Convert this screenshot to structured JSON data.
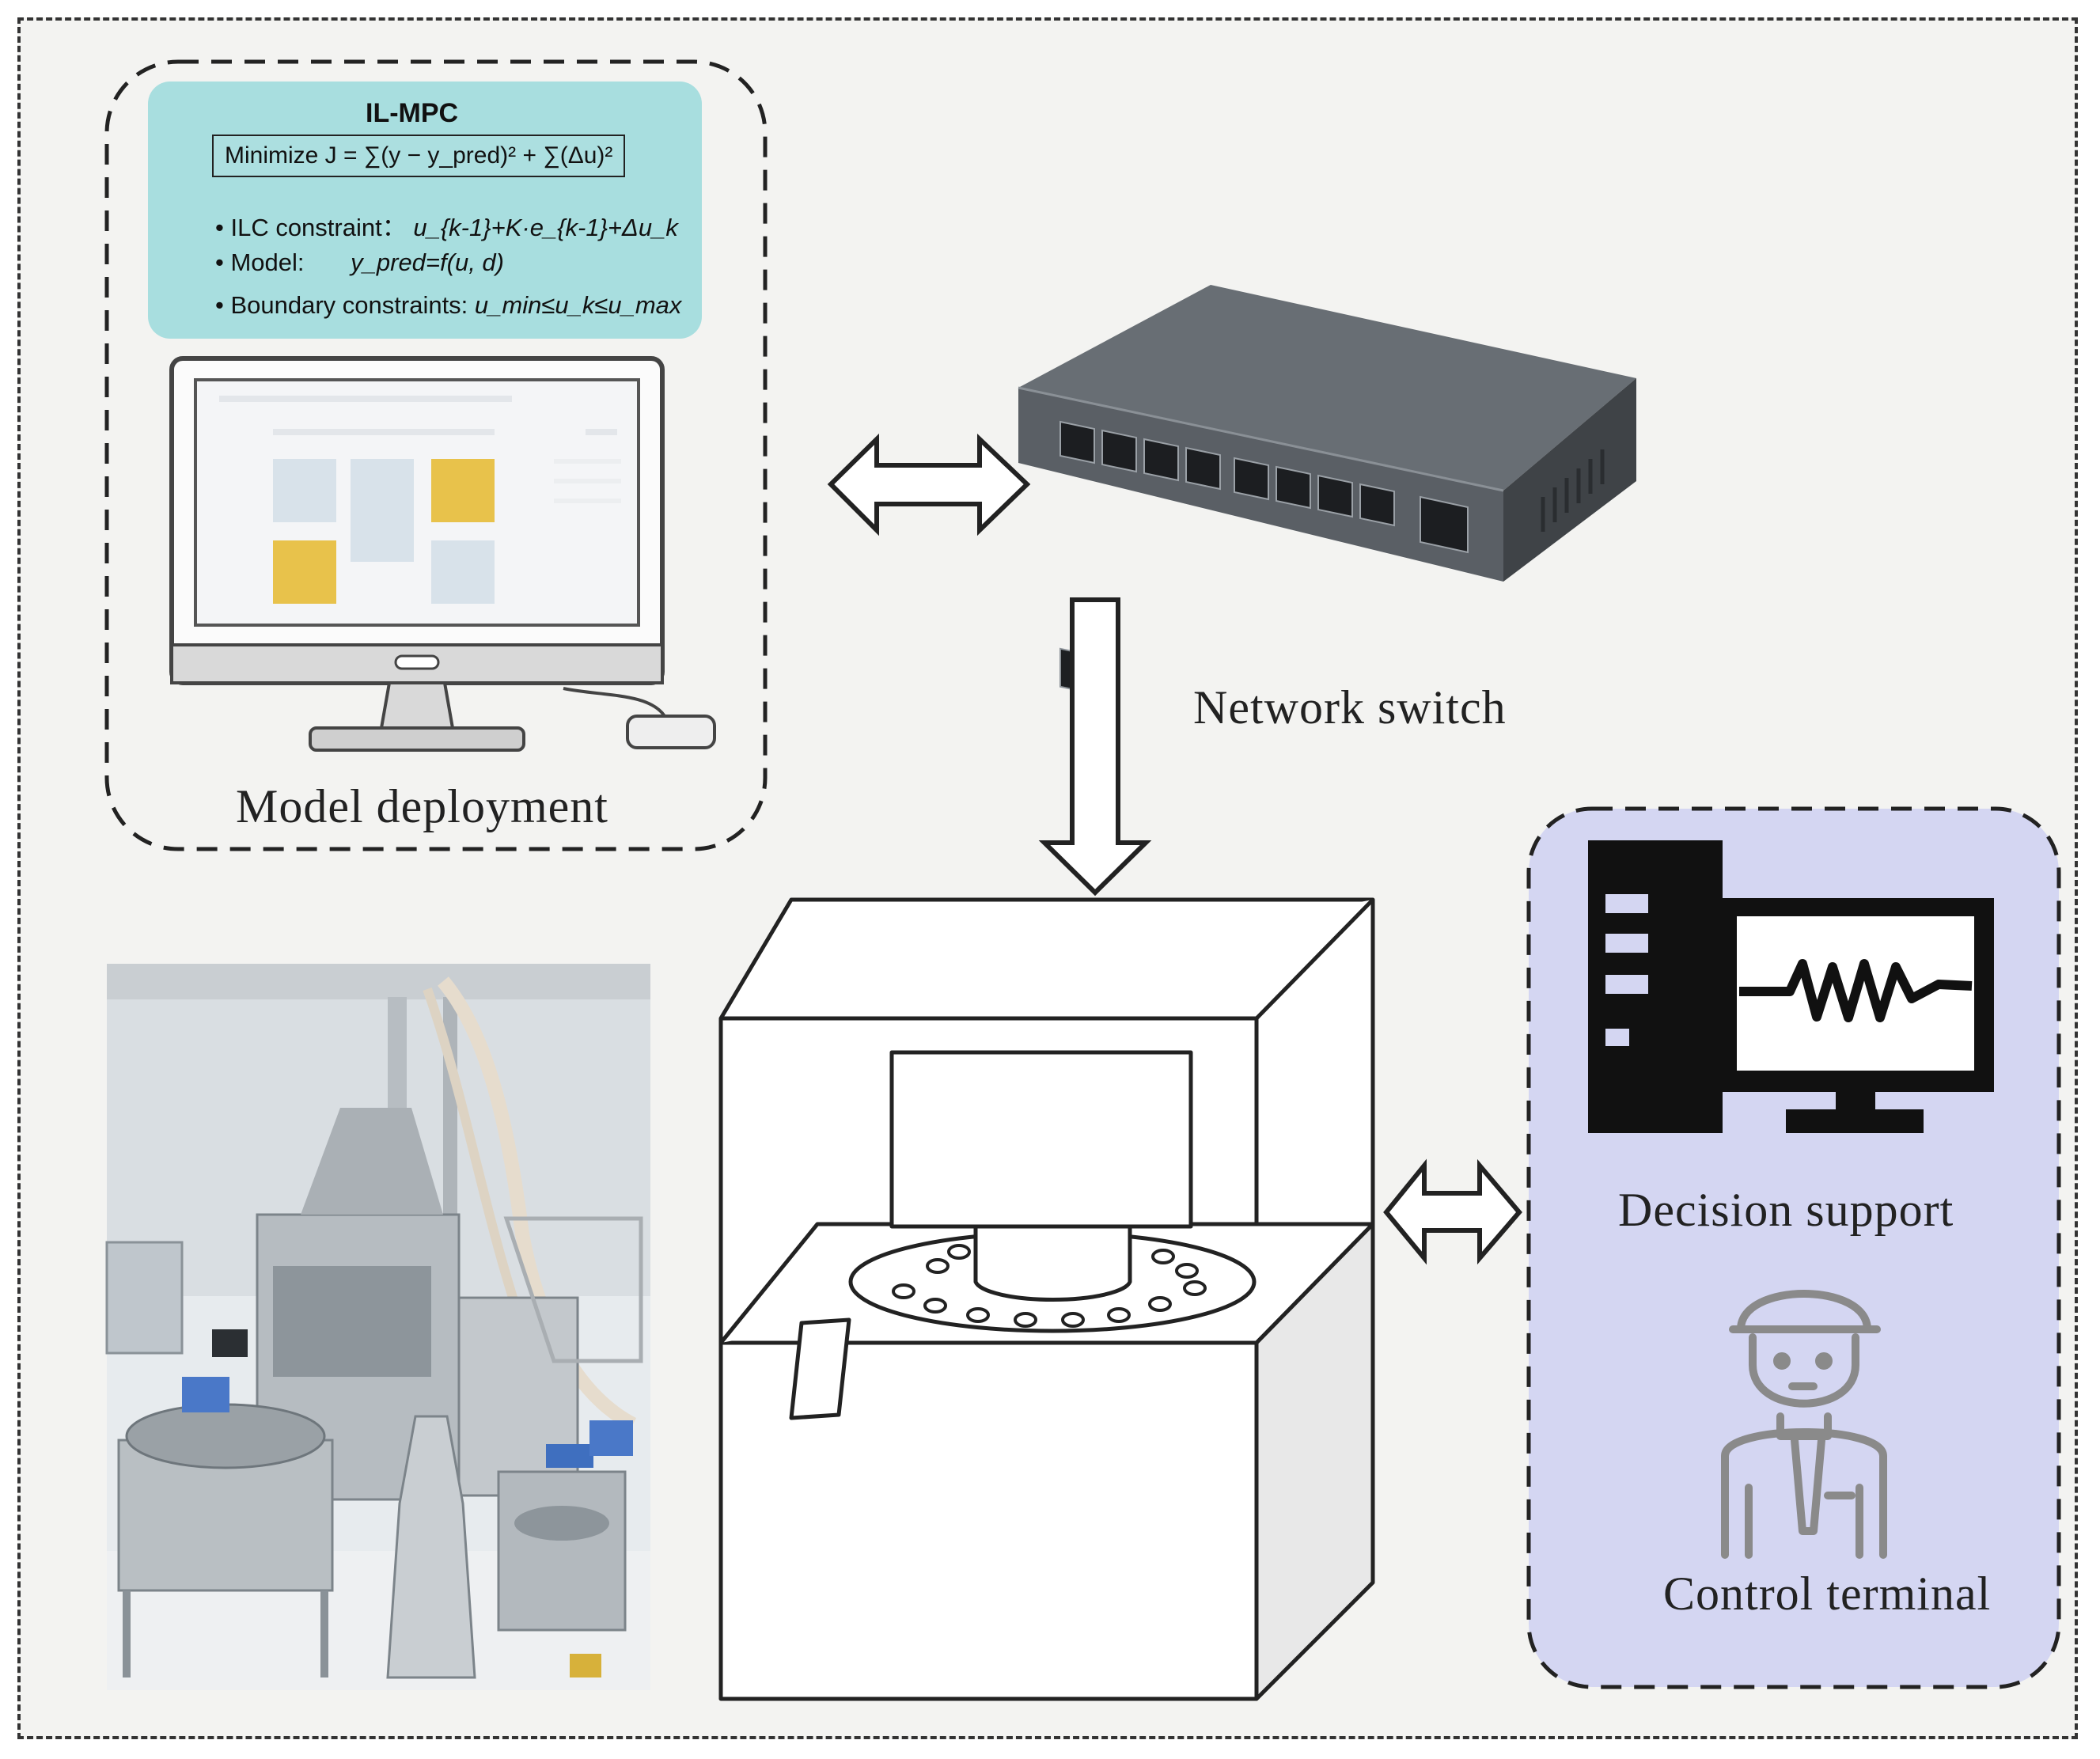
{
  "ilmpc": {
    "title": "IL-MPC",
    "objective": "Minimize J = ∑(y − y_pred)² + ∑(Δu)²",
    "constraints": [
      {
        "label": "• ILC constraint：",
        "expr": "u_{k-1}+K·e_{k-1}+Δu_k"
      },
      {
        "label": "• Model:",
        "expr": "y_pred=f(u, d)"
      },
      {
        "label": "• Boundary constraints:",
        "expr": "u_min≤u_k≤u_max"
      }
    ]
  },
  "labels": {
    "model_deployment": "Model deployment",
    "network_switch": "Network switch",
    "decision_support": "Decision support",
    "control_terminal": "Control terminal"
  },
  "colors": {
    "formula_panel": "#a8dedf",
    "terminal_panel": "#d4d6f2",
    "tile_yellow": "#e8c24b",
    "tile_blue": "#d8e2ea",
    "switch_body": "#555a60"
  },
  "icons": {
    "monitor": "desktop-monitor-icon",
    "switch": "network-switch-icon",
    "press": "tablet-press-icon",
    "computer": "computer-waveform-icon",
    "operator": "operator-person-icon"
  }
}
